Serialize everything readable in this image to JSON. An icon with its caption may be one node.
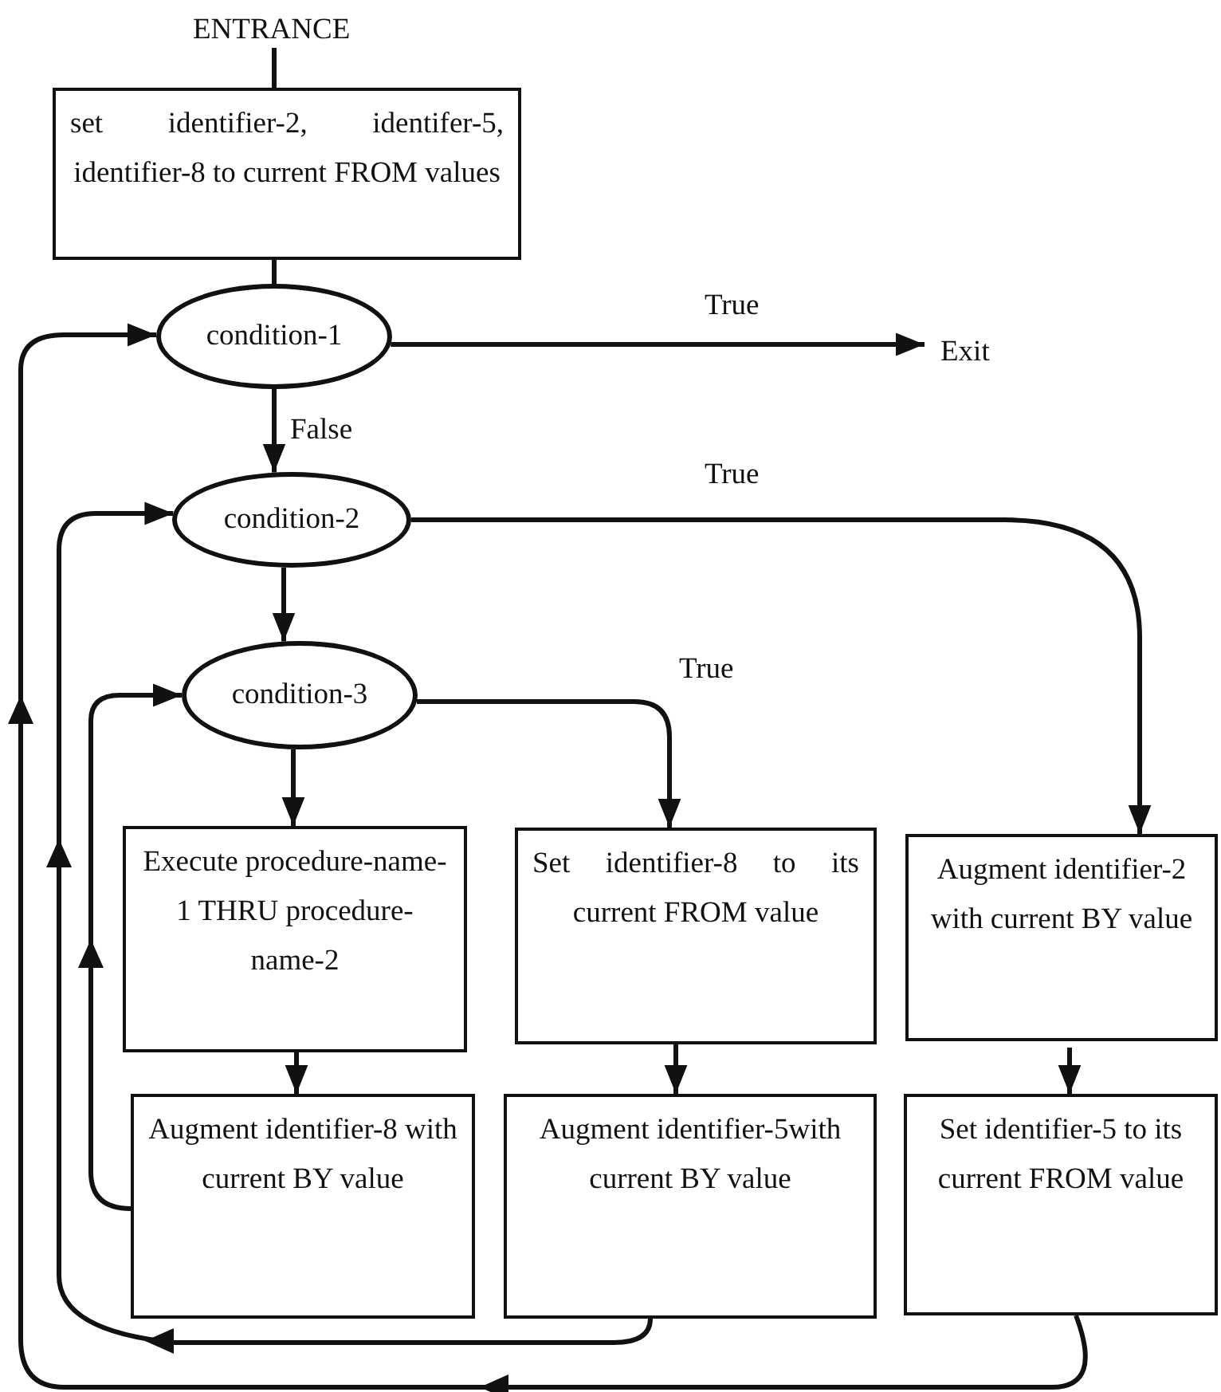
{
  "diagram": {
    "nodes": [
      {
        "text": [
          "ENTRANCE"
        ]
      },
      {
        "text": [
          "set identifier-2, identifer-5, identifier-8 to current FROM values"
        ]
      },
      {
        "text": [
          "condition-1"
        ]
      },
      {
        "text": [
          "Exit"
        ]
      },
      {
        "text": [
          "condition-2"
        ]
      },
      {
        "text": [
          "condition-3"
        ]
      },
      {
        "text": [
          "Execute procedure-name-1 THRU procedure-name-2"
        ]
      },
      {
        "text": [
          "Set identifier-8 to its current FROM value"
        ]
      },
      {
        "text": [
          "Augment identifier-2 with current BY value"
        ]
      },
      {
        "text": [
          "Augment identifier-8 with current BY value"
        ]
      },
      {
        "text": [
          "Augment identifier-5with current BY value"
        ]
      },
      {
        "text": [
          "Set identifier-5 to its current FROM value"
        ]
      }
    ],
    "edges": [
      {
        "from": 0,
        "to": 1,
        "arrow": "none"
      },
      {
        "from": 1,
        "to": 2,
        "arrow": "none"
      },
      {
        "from": 2,
        "to": 3,
        "arrow": "to",
        "label": "True"
      },
      {
        "from": 2,
        "to": 4,
        "arrow": "to",
        "label": "False"
      },
      {
        "from": 4,
        "to": 8,
        "arrow": "to",
        "label": "True"
      },
      {
        "from": 4,
        "to": 5,
        "arrow": "to"
      },
      {
        "from": 5,
        "to": 7,
        "arrow": "to",
        "label": "True"
      },
      {
        "from": 5,
        "to": 6,
        "arrow": "to"
      },
      {
        "from": 6,
        "to": 9,
        "arrow": "to"
      },
      {
        "from": 7,
        "to": 10,
        "arrow": "to"
      },
      {
        "from": 8,
        "to": 11,
        "arrow": "to"
      },
      {
        "from": 9,
        "to": 5,
        "arrow": "to"
      },
      {
        "from": 10,
        "to": 4,
        "arrow": "to"
      },
      {
        "from": 11,
        "to": 2,
        "arrow": "to"
      }
    ]
  }
}
